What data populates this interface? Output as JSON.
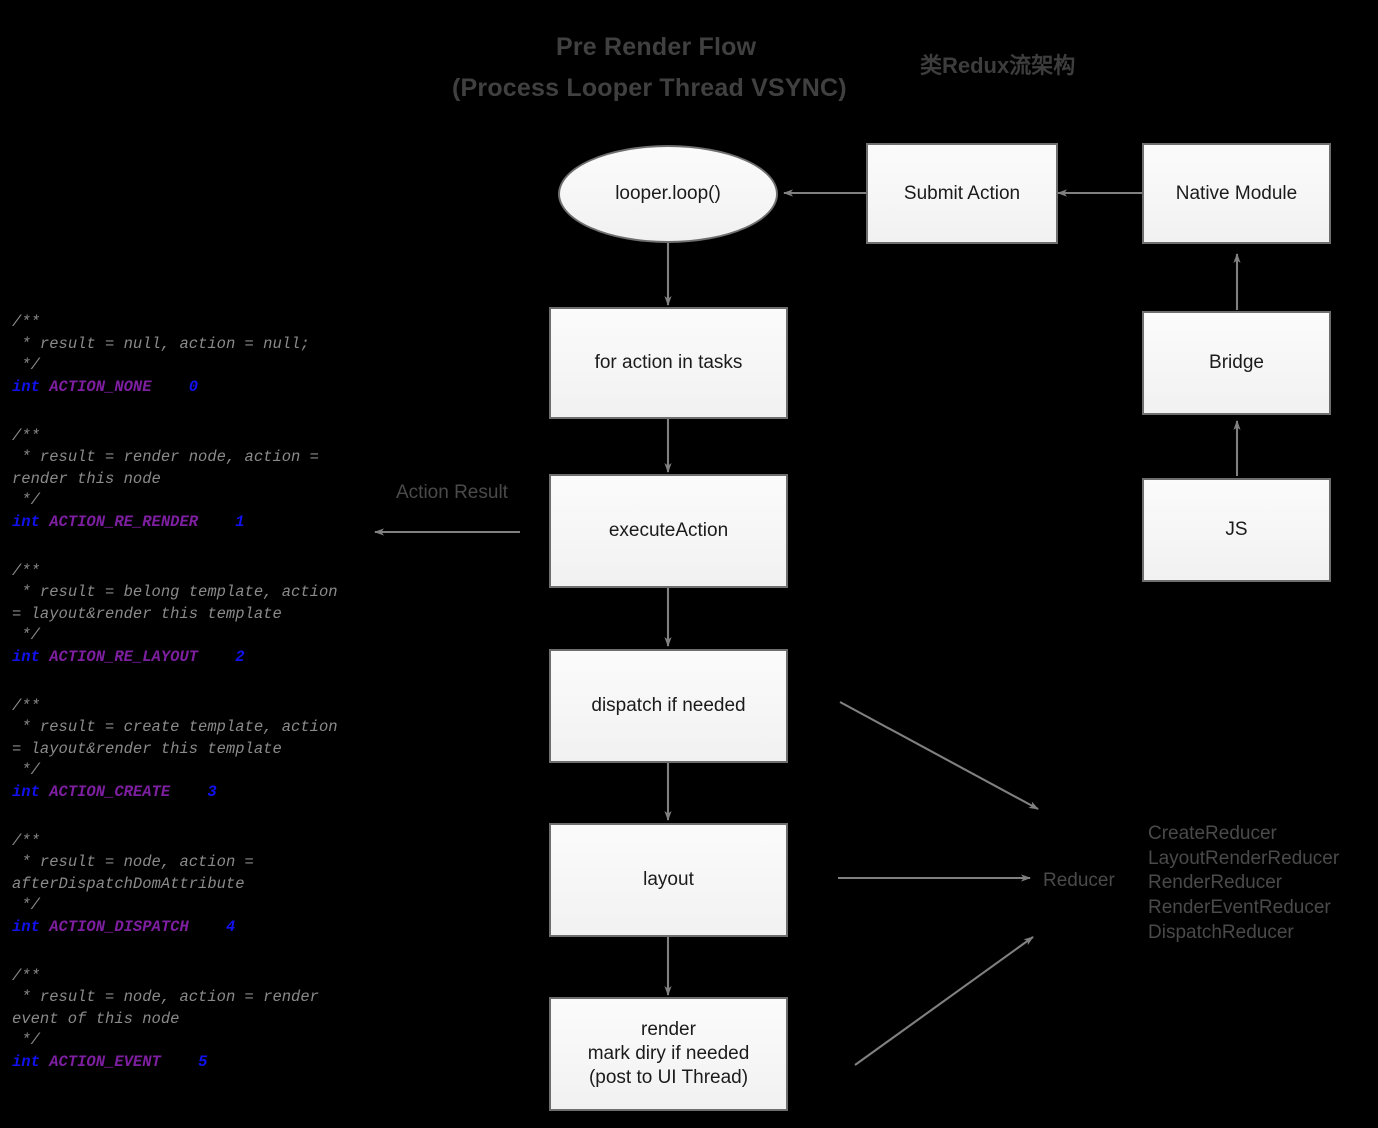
{
  "title": {
    "main": "Pre Render Flow",
    "sub": "(Process Looper Thread VSYNC)",
    "cn": "类Redux流架构"
  },
  "colors": {
    "background": "#000000",
    "node_border": "#6e6e6e",
    "node_fill": "#f7f7f7",
    "node_text": "#1b1b1b",
    "arrow": "#808080",
    "label_gray": "#4a4a4a",
    "comment_gray": "#8a8a8a",
    "keyword_blue": "#1111ee",
    "constant_purple": "#7d1fa0"
  },
  "flow": {
    "nodes": [
      {
        "id": "looper-loop",
        "label": "looper.loop()",
        "shape": "ellipse"
      },
      {
        "id": "for-action",
        "label": "for action in tasks",
        "shape": "rect"
      },
      {
        "id": "execute-action",
        "label": "executeAction",
        "shape": "rect"
      },
      {
        "id": "dispatch",
        "label": "dispatch if needed",
        "shape": "rect"
      },
      {
        "id": "layout",
        "label": "layout",
        "shape": "rect"
      },
      {
        "id": "render",
        "label": "render\nmark diry if needed\n(post to UI Thread)",
        "shape": "rect"
      },
      {
        "id": "submit-action",
        "label": "Submit Action",
        "shape": "rect"
      },
      {
        "id": "native-module",
        "label": "Native Module",
        "shape": "rect"
      },
      {
        "id": "bridge",
        "label": "Bridge",
        "shape": "rect"
      },
      {
        "id": "js",
        "label": "JS",
        "shape": "rect"
      }
    ],
    "edge_labels": {
      "action_result": "Action Result",
      "reducer": "Reducer"
    }
  },
  "reducers": {
    "items": [
      "CreateReducer",
      "LayoutRenderReducer",
      "RenderReducer",
      "RenderEventReducer",
      "DispatchReducer"
    ],
    "text": "CreateReducer\nLayoutRenderReducer\nRenderReducer\nRenderEventReducer\nDispatchReducer"
  },
  "code_blocks": [
    {
      "comment": "/**\n * result = null, action = null;\n */",
      "keyword": "int",
      "constant": "ACTION_NONE",
      "value": "0"
    },
    {
      "comment": "/**\n * result = render node, action =\nrender this node\n */",
      "keyword": "int",
      "constant": "ACTION_RE_RENDER",
      "value": "1"
    },
    {
      "comment": "/**\n * result = belong template, action\n= layout&render this template\n */",
      "keyword": "int",
      "constant": "ACTION_RE_LAYOUT",
      "value": "2"
    },
    {
      "comment": "/**\n * result = create template, action\n= layout&render this template\n */",
      "keyword": "int",
      "constant": "ACTION_CREATE",
      "value": "3"
    },
    {
      "comment": "/**\n * result = node, action =\nafterDispatchDomAttribute\n */",
      "keyword": "int",
      "constant": "ACTION_DISPATCH",
      "value": "4"
    },
    {
      "comment": "/**\n * result = node, action = render\nevent of this node\n */",
      "keyword": "int",
      "constant": "ACTION_EVENT",
      "value": "5"
    }
  ]
}
